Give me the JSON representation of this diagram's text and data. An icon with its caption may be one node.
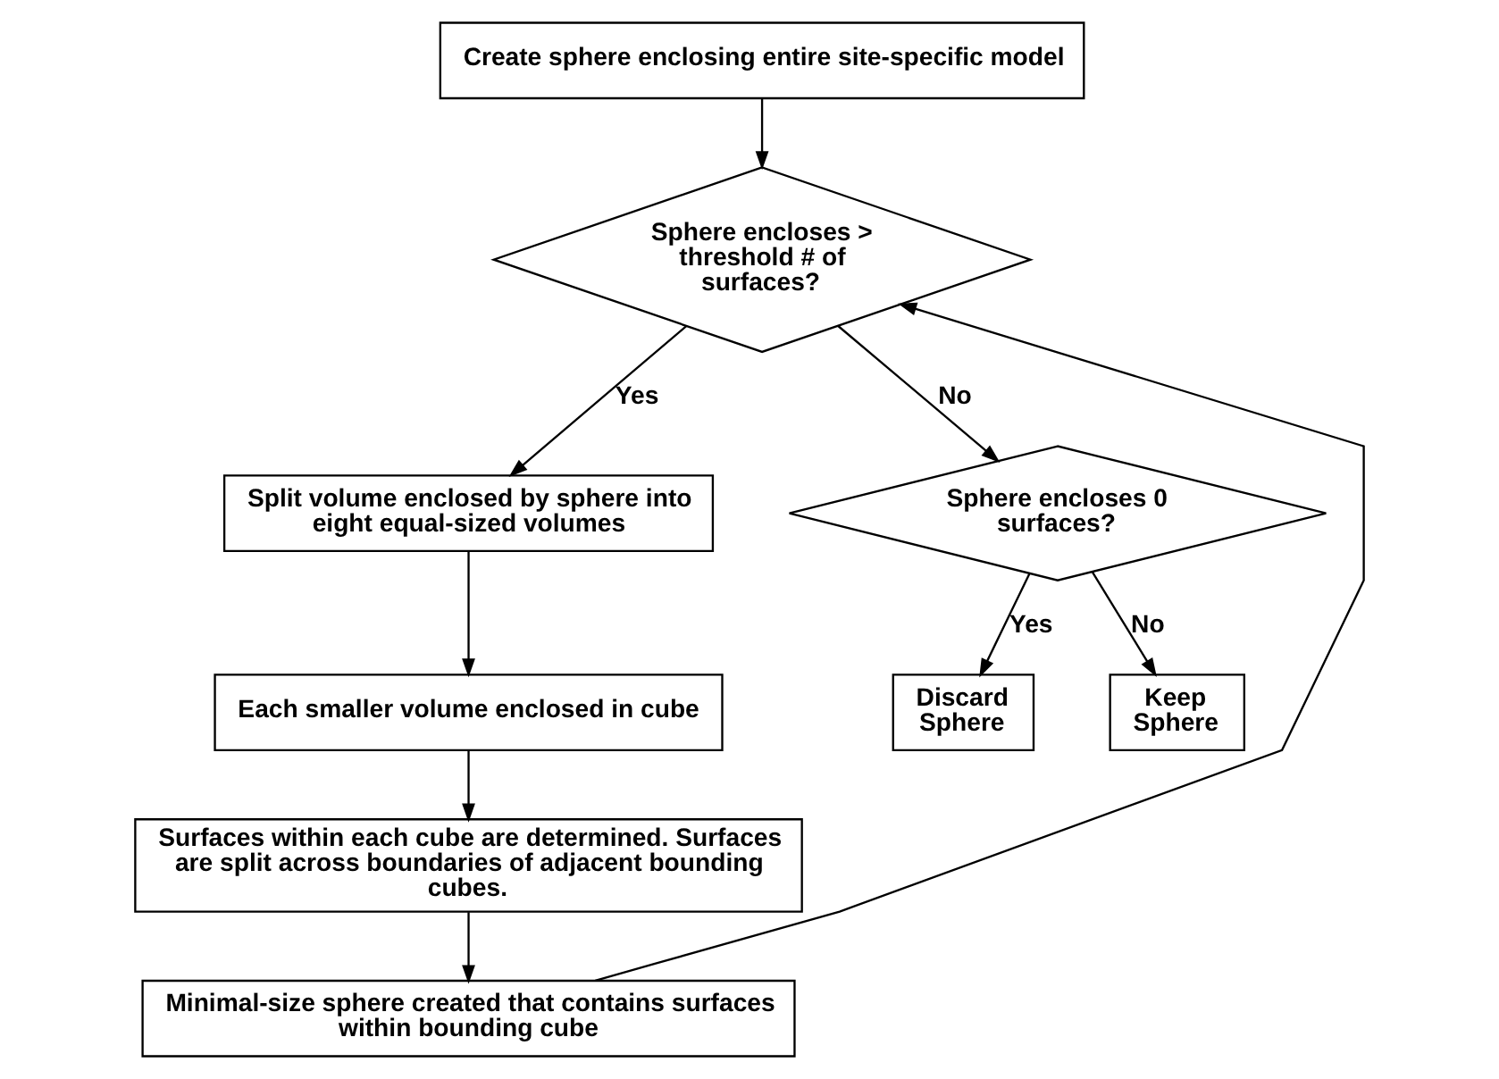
{
  "diagram": {
    "nodes": [
      {
        "text": [
          "Create sphere enclosing entire site-specific model"
        ]
      },
      {
        "text": [
          "Sphere encloses > threshold # of surfaces?"
        ]
      },
      {
        "text": [
          "Split volume enclosed by sphere into eight equal-sized volumes"
        ]
      },
      {
        "text": [
          "Each smaller volume enclosed in cube"
        ]
      },
      {
        "text": [
          "Surfaces within each cube are determined. Surfaces are split across boundaries of adjacent bounding cubes."
        ]
      },
      {
        "text": [
          "Minimal-size sphere created that contains surfaces within bounding cube"
        ]
      },
      {
        "text": [
          "Sphere encloses 0 surfaces?"
        ]
      },
      {
        "text": [
          "Discard Sphere"
        ]
      },
      {
        "text": [
          "Keep Sphere"
        ]
      }
    ],
    "edges": [
      {
        "from": 0,
        "to": 1,
        "arrow": "to"
      },
      {
        "from": 1,
        "to": 2,
        "arrow": "to",
        "label": "Yes"
      },
      {
        "from": 1,
        "to": 6,
        "arrow": "to",
        "label": "No"
      },
      {
        "from": 2,
        "to": 3,
        "arrow": "to"
      },
      {
        "from": 3,
        "to": 4,
        "arrow": "to"
      },
      {
        "from": 4,
        "to": 5,
        "arrow": "to"
      },
      {
        "from": 5,
        "to": 1,
        "arrow": "to"
      },
      {
        "from": 6,
        "to": 7,
        "arrow": "to",
        "label": "Yes"
      },
      {
        "from": 6,
        "to": 8,
        "arrow": "to",
        "label": "No"
      }
    ]
  }
}
